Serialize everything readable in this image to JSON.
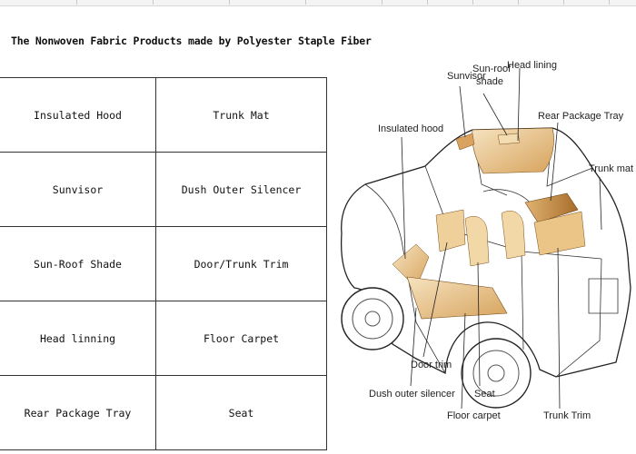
{
  "title": "The Nonwoven Fabric Products made by Polyester Staple Fiber",
  "products": {
    "rows": [
      [
        "Insulated Hood",
        "Trunk Mat"
      ],
      [
        "Sunvisor",
        "Dush Outer Silencer"
      ],
      [
        "Sun-Roof Shade",
        "Door/Trunk Trim"
      ],
      [
        "Head linning",
        "Floor Carpet"
      ],
      [
        "Rear Package Tray",
        "Seat"
      ]
    ]
  },
  "diagram": {
    "labels": {
      "sunvisor": "Sunvisor",
      "sunroof_line1": "Sun-roof",
      "sunroof_line2": "shade",
      "head_lining": "Head lining",
      "rear_package_tray": "Rear Package Tray",
      "insulated_hood": "Insulated hood",
      "trunk_mat": "Trunk mat",
      "door_trim": "Door trim",
      "dush_outer_silencer": "Dush outer silencer",
      "seat": "Seat",
      "floor_carpet": "Floor carpet",
      "trunk_trim": "Trunk Trim"
    }
  }
}
